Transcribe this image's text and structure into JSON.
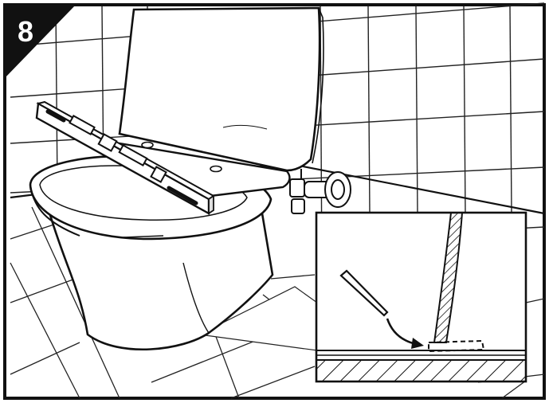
{
  "step": {
    "number": "8",
    "badge_color": "#111111"
  },
  "illustration": {
    "subjects": [
      "toilet",
      "spirit-level",
      "angle-stop-valve",
      "detail-inset",
      "shim-wedge",
      "arrow"
    ],
    "line_color": "#111111",
    "background_color": "#ffffff"
  }
}
